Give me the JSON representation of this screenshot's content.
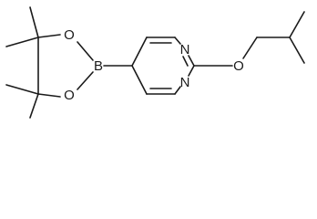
{
  "molecule": {
    "atoms": {
      "N_top": "N",
      "N_bottom": "N",
      "O_ether": "O",
      "B": "B",
      "O_ring_top": "O",
      "O_ring_bottom": "O"
    }
  }
}
